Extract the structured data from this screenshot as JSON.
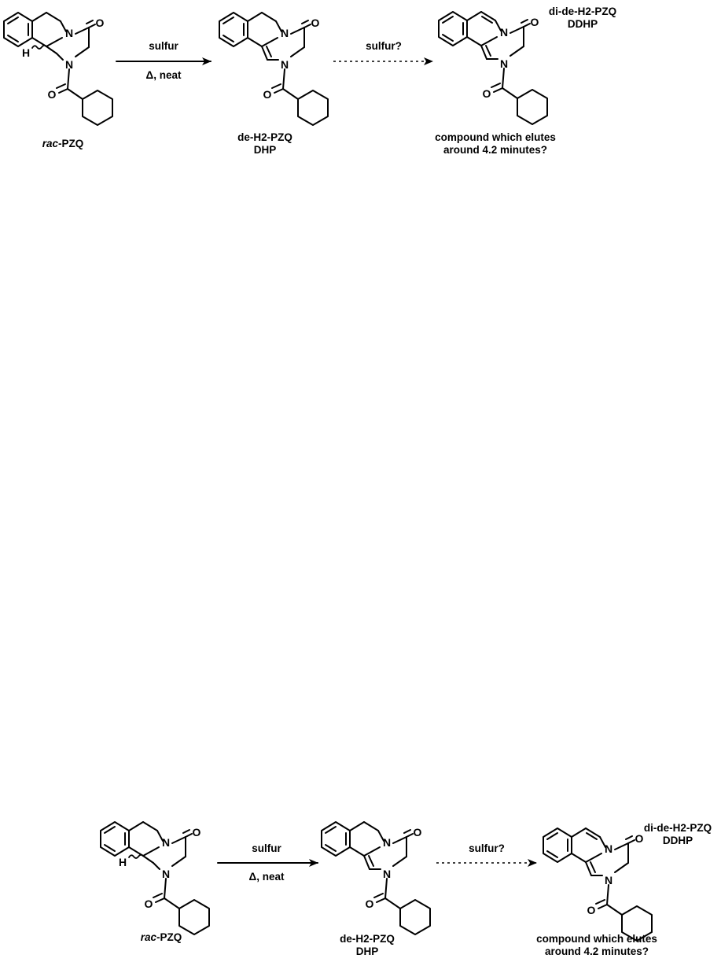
{
  "atoms": {
    "N": "N",
    "O": "O",
    "H": "H"
  },
  "reaction_1": {
    "reagent_top": "sulfur",
    "reagent_bottom": "Δ, neat"
  },
  "reaction_2": {
    "reagent_top": "sulfur?"
  },
  "compound_rac": {
    "prefix": "rac",
    "suffix": "-PZQ"
  },
  "compound_dhp": {
    "line1": "de-H2-PZQ",
    "line2": "DHP"
  },
  "compound_ddhp": {
    "line1": "di-de-H2-PZQ",
    "line2": "DDHP"
  },
  "product_question": {
    "line1": "compound which elutes",
    "line2": "around 4.2 minutes?"
  }
}
